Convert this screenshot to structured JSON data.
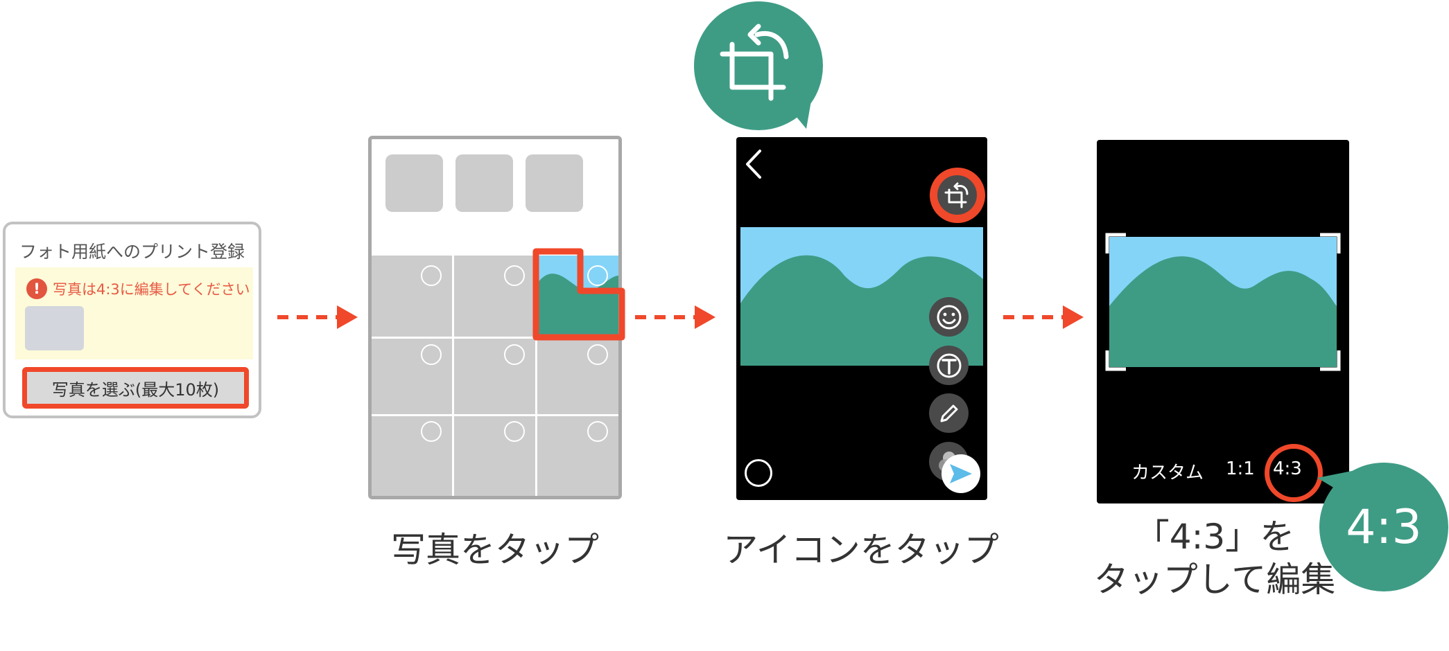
{
  "step1": {
    "title": "フォト用紙へのプリント登録",
    "warning_mark": "!",
    "warning": "写真は4:3に編集してください",
    "button_label": "写真を選ぶ(最大10枚)"
  },
  "step2": {
    "caption": "写真をタップ"
  },
  "step3": {
    "caption": "アイコンをタップ"
  },
  "step4": {
    "caption_line1": "「4:3」を",
    "caption_line2": "タップして編集",
    "ratios": [
      "カスタム",
      "1:1",
      "4:3"
    ],
    "badge": "4:3"
  },
  "colors": {
    "accent": "#f0482a",
    "green": "#3e9c85",
    "sky": "#84d4f8",
    "gray": "#cccccc",
    "warn_bg": "#fdfbd9"
  }
}
